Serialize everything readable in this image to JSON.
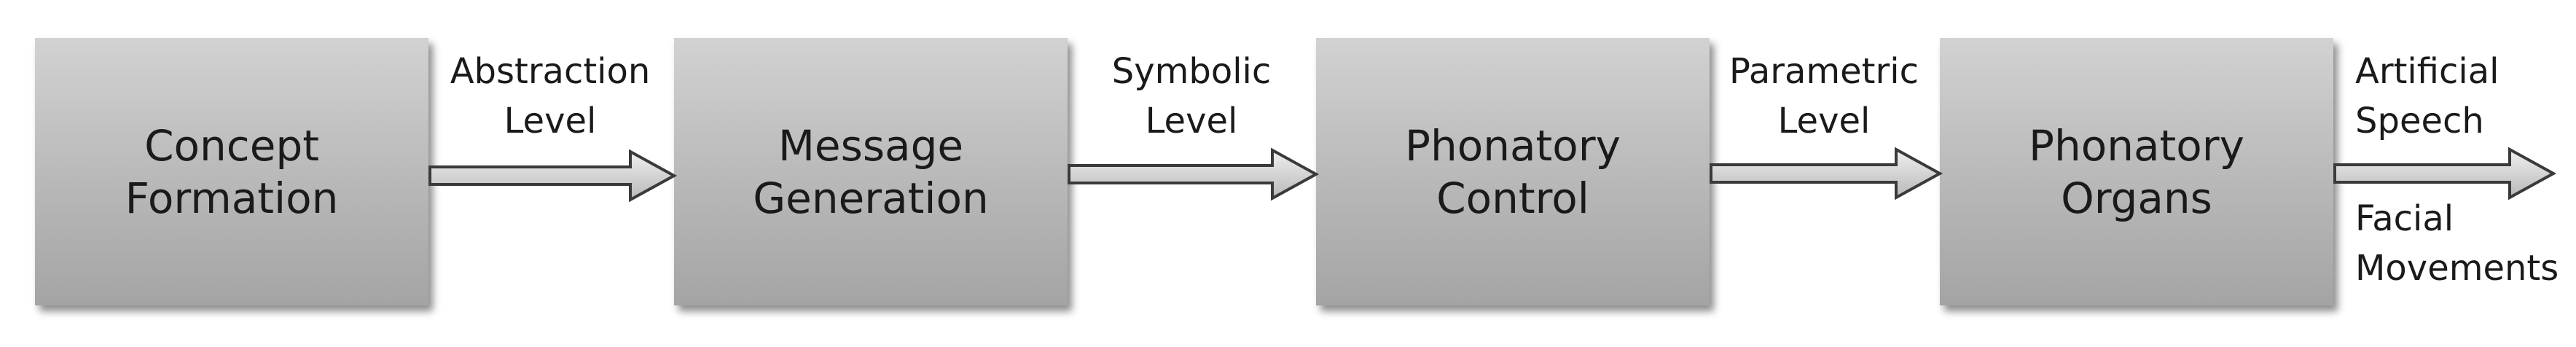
{
  "diagram": {
    "nodes": [
      {
        "id": "concept-formation",
        "lines": [
          "Concept",
          "Formation"
        ]
      },
      {
        "id": "message-generation",
        "lines": [
          "Message",
          "Generation"
        ]
      },
      {
        "id": "phonatory-control",
        "lines": [
          "Phonatory",
          "Control"
        ]
      },
      {
        "id": "phonatory-organs",
        "lines": [
          "Phonatory",
          "Organs"
        ]
      }
    ],
    "edges": [
      {
        "from": "concept-formation",
        "to": "message-generation",
        "lines": [
          "Abstraction",
          "Level"
        ]
      },
      {
        "from": "message-generation",
        "to": "phonatory-control",
        "lines": [
          "Symbolic",
          "Level"
        ]
      },
      {
        "from": "phonatory-control",
        "to": "phonatory-organs",
        "lines": [
          "Parametric",
          "Level"
        ]
      },
      {
        "from": "phonatory-organs",
        "to": "",
        "lines": [
          "Artificial",
          "Speech"
        ]
      }
    ],
    "extra_output_label": [
      "Facial",
      "Movements"
    ],
    "colors": {
      "box_top": "#d2d2d2",
      "box_bottom": "#a4a4a4",
      "arrow_fill": "#d8d8d8",
      "arrow_stroke": "#3a3a3a"
    }
  }
}
